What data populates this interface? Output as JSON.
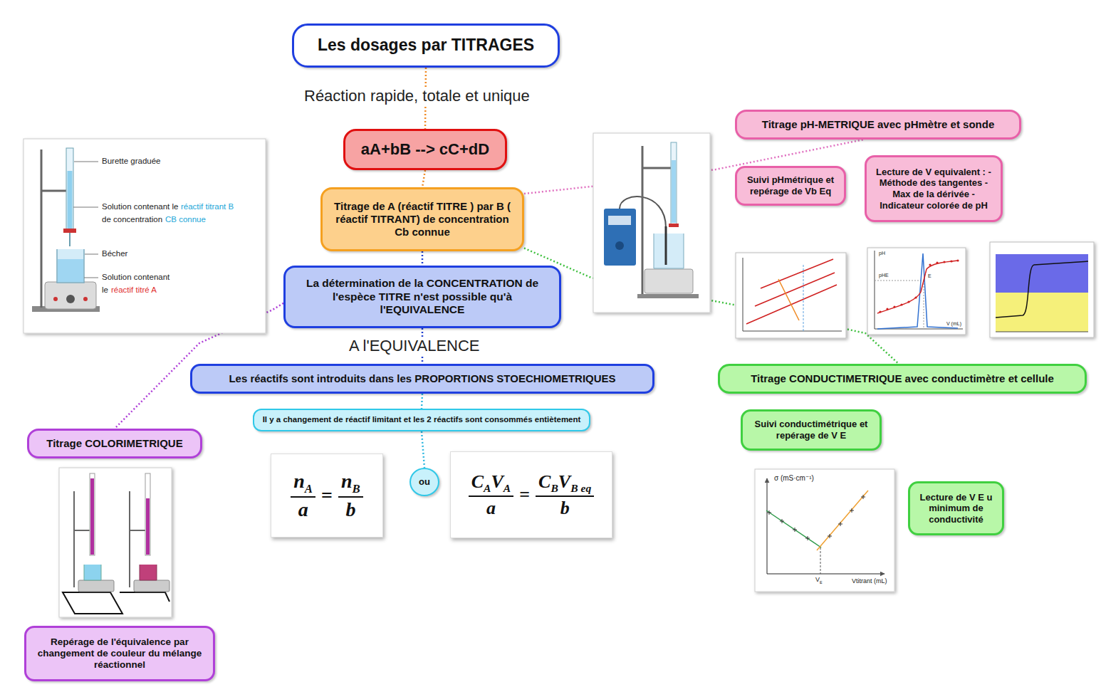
{
  "diagram": {
    "nodes": [
      {
        "text": [
          "Les dosages par TITRAGES"
        ]
      },
      {
        "text": [
          "aA+bB --> cC+dD"
        ]
      },
      {
        "text": [
          "Titrage de A (réactif TITRE ) par B ( réactif TITRANT) de concentration Cb connue"
        ]
      },
      {
        "text": [
          "La détermination de la CONCENTRATION de l'espèce TITRE n'est possible qu'à l'EQUIVALENCE"
        ]
      },
      {
        "text": [
          "Les réactifs sont introduits dans les PROPORTIONS STOECHIOMETRIQUES"
        ]
      },
      {
        "text": [
          "Il y a changement de réactif limitant et les 2 réactifs sont consommés entiètement"
        ]
      },
      {
        "text": [
          "nA",
          "a",
          "=",
          "nB",
          "b"
        ]
      },
      {
        "text": [
          "ou"
        ]
      },
      {
        "text": [
          "CAVA",
          "a",
          "=",
          "CBVB eq",
          "b"
        ]
      },
      {
        "text": [
          "Titrage pH-METRIQUE avec pHmètre et sonde"
        ]
      },
      {
        "text": [
          "Suivi pHmétrique et repérage de Vb Eq"
        ]
      },
      {
        "text": [
          "Lecture de V equivalent : -Méthode des tangentes -Max de la dérivée -Indicateur colorée de pH"
        ]
      },
      {
        "text": [
          "Titrage CONDUCTIMETRIQUE avec conductimètre et cellule"
        ]
      },
      {
        "text": [
          "Suivi conductimétrique et repérage de V E"
        ]
      },
      {
        "text": [
          "Lecture de V E u minimum de conductivité"
        ]
      },
      {
        "text": [
          "Titrage COLORIMETRIQUE"
        ]
      },
      {
        "text": [
          "Repérage de l'équivalence par changement de couleur du mélange réactionnel"
        ]
      }
    ],
    "edges": [
      {
        "from": 0,
        "to": 1,
        "arrow": "none"
      },
      {
        "from": 1,
        "to": 2,
        "arrow": "none"
      },
      {
        "from": 2,
        "to": 3,
        "arrow": "none"
      },
      {
        "from": 3,
        "to": 4,
        "arrow": "none"
      },
      {
        "from": 4,
        "to": 5,
        "arrow": "none"
      },
      {
        "from": 5,
        "to": 7,
        "arrow": "none"
      },
      {
        "from": 2,
        "to": 9,
        "arrow": "none"
      },
      {
        "from": 2,
        "to": 12,
        "arrow": "none"
      },
      {
        "from": 3,
        "to": 15,
        "arrow": "none"
      }
    ],
    "labels": [
      "Réaction rapide, totale et unique",
      "A l'EQUIVALENCE",
      "Burette graduée",
      "Solution contenant le",
      "réactif titrant B",
      "de concentration",
      "CB connue",
      "Bécher",
      "Solution contenant",
      "le",
      "réactif titré A",
      "pH",
      "pHE",
      "E",
      "V (mL)",
      "σ (mS·cm⁻¹)",
      "VE",
      "Vtitrant (mL)"
    ]
  }
}
